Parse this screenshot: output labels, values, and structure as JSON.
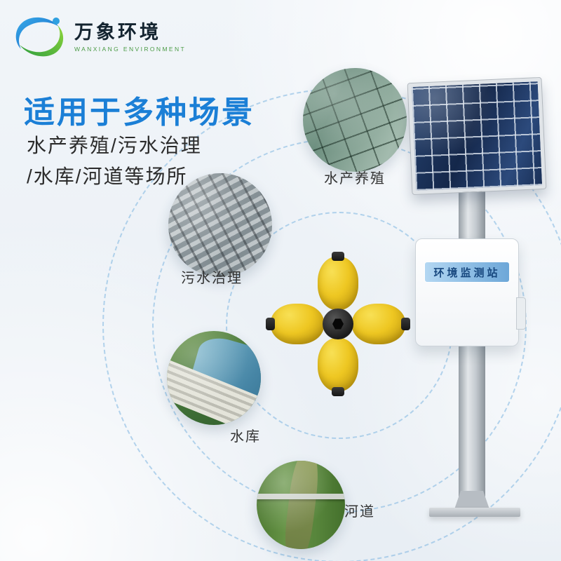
{
  "brand": {
    "name": "万象环境",
    "name_en": "WANXIANG ENVIRONMENT"
  },
  "headline": {
    "title": "适用于多种场景",
    "subtitle_line1": "水产养殖/污水治理",
    "subtitle_line2": "/水库/河道等场所"
  },
  "scenarios": [
    {
      "id": "aquaculture",
      "label": "水产养殖"
    },
    {
      "id": "sewage",
      "label": "污水治理"
    },
    {
      "id": "reservoir",
      "label": "水库"
    },
    {
      "id": "river",
      "label": "河道"
    }
  ],
  "station": {
    "label": "环境监测站"
  },
  "colors": {
    "accent_blue": "#1b7fd6",
    "brand_green": "#4a9a44",
    "buoy_yellow": "#eec722",
    "dashed_circle": "#7db4e1",
    "panel_navy": "#14274a"
  }
}
